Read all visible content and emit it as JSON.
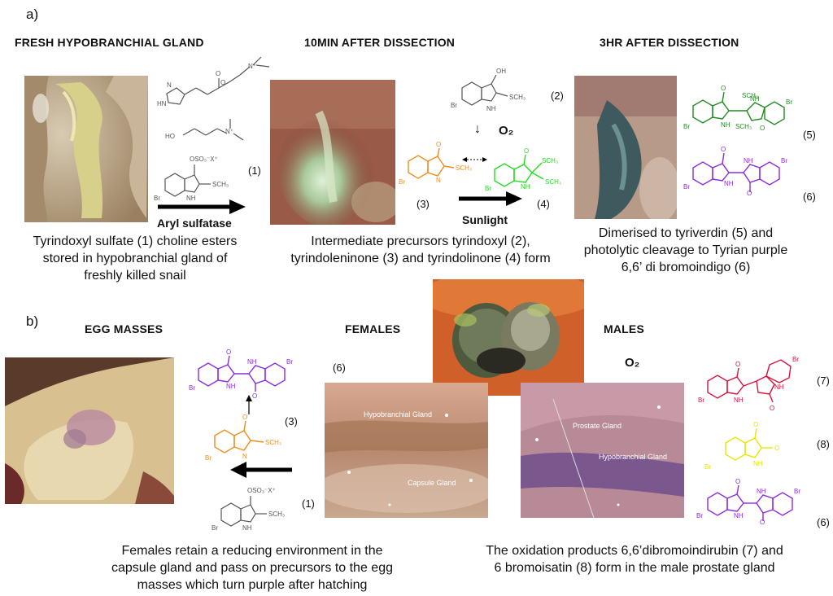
{
  "panel_a": {
    "label": "a)",
    "headings": {
      "fresh": "FRESH HYPOBRANCHIAL GLAND",
      "ten_min": "10MIN AFTER DISSECTION",
      "three_hr": "3HR AFTER DISSECTION"
    },
    "enzyme_label": "Aryl sulfatase",
    "sunlight_label": "Sunlight",
    "o2_label": "O₂",
    "compound_numbers": [
      "(1)",
      "(2)",
      "(3)",
      "(4)",
      "(5)",
      "(6)"
    ],
    "captions": {
      "fresh": "Tyrindoxyl sulfate (1) choline esters stored in hypobranchial gland of freshly killed snail",
      "ten_min": "Intermediate precursors tyrindoxyl (2), tyrindoleninone (3) and tyrindolinone (4) form",
      "three_hr": "Dimerised to tyriverdin (5) and photolytic cleavage to Tyrian purple 6,6’ di bromoindigo (6)"
    }
  },
  "panel_b": {
    "label": "b)",
    "headings": {
      "eggs": "EGG MASSES",
      "females": "FEMALES",
      "males": "MALES"
    },
    "o2_label": "O₂",
    "compound_numbers": [
      "(6)",
      "(3)",
      "(1)",
      "(7)",
      "(8)",
      "(6)"
    ],
    "photo_labels": {
      "female_hypobranchial": "Hypobranchial Gland",
      "female_capsule": "Capsule Gland",
      "male_prostate": "Prostate Gland",
      "male_hypobranchial": "Hypobranchial Gland"
    },
    "captions": {
      "females": "Females retain a reducing environment in the capsule gland and pass on precursors to the egg masses which turn purple after hatching",
      "males": "The oxidation products 6,6’dibromoindirubin (7) and 6 bromoisatin (8) form in the male prostate gland"
    }
  },
  "colors": {
    "grey_structure": "#555555",
    "orange": "#f08c1e",
    "green_bright": "#22dd22",
    "green_dark": "#228b22",
    "purple": "#8a2be2",
    "red": "#d6143c",
    "yellow": "#e6e600"
  },
  "chem_labels": {
    "br": "Br",
    "sch3": "SCH₃",
    "oh": "OH",
    "nh": "NH",
    "n": "N",
    "o": "O",
    "oso3": "OSO₃⁻X⁺",
    "ho": "HO",
    "nplus": "N⁺",
    "hn": "HN"
  }
}
